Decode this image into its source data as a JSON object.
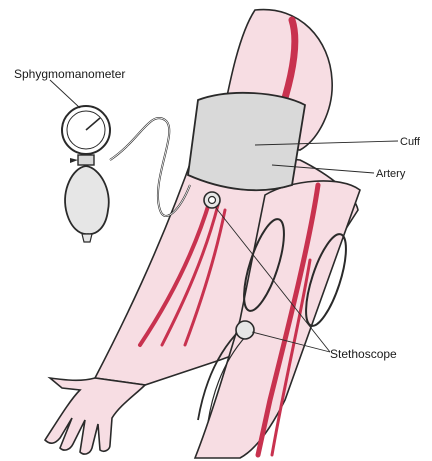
{
  "labels": {
    "sphygmomanometer": "Sphygmomanometer",
    "cuff": "Cuff",
    "artery": "Artery",
    "stethoscope": "Stethoscope"
  },
  "colors": {
    "skin": "#f7dde3",
    "artery": "#c8324f",
    "cuff": "#d9d9d9",
    "outline": "#2a2a2a",
    "text": "#1a1a1a"
  }
}
